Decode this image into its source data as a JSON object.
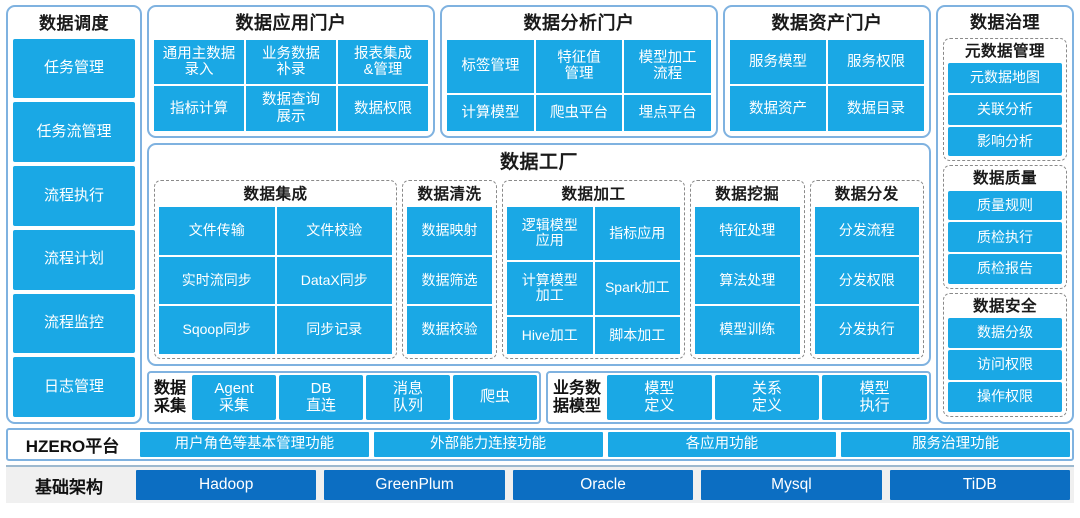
{
  "theme": {
    "accent_blue": "#1aa8e5",
    "deep_blue": "#0c6ec2",
    "panel_border": "#7fb2e0",
    "dashed_border": "#8a8a8a",
    "infra_bg": "#f0f0f0"
  },
  "scheduling": {
    "title": "数据调度",
    "items": [
      {
        "label": "任务管理"
      },
      {
        "label": "任务流管理"
      },
      {
        "label": "流程执行"
      },
      {
        "label": "流程计划"
      },
      {
        "label": "流程监控"
      },
      {
        "label": "日志管理"
      }
    ]
  },
  "portals": [
    {
      "title": "数据应用门户",
      "items": [
        {
          "label": "通用主数据\n录入"
        },
        {
          "label": "业务数据\n补录"
        },
        {
          "label": "报表集成\n&管理"
        },
        {
          "label": "指标计算"
        },
        {
          "label": "数据查询\n展示"
        },
        {
          "label": "数据权限"
        }
      ]
    },
    {
      "title": "数据分析门户",
      "items": [
        {
          "label": "标签管理"
        },
        {
          "label": "特征值\n管理"
        },
        {
          "label": "模型加工\n流程"
        },
        {
          "label": "计算模型"
        },
        {
          "label": "爬虫平台"
        },
        {
          "label": "埋点平台"
        }
      ]
    },
    {
      "title": "数据资产门户",
      "items": [
        {
          "label": "服务模型"
        },
        {
          "label": "服务权限"
        },
        {
          "label": "数据资产"
        },
        {
          "label": "数据目录"
        }
      ]
    }
  ],
  "factory": {
    "title": "数据工厂",
    "columns": [
      {
        "title": "数据集成",
        "cols": 2,
        "items": [
          {
            "label": "文件传输"
          },
          {
            "label": "文件校验"
          },
          {
            "label": "实时流同步"
          },
          {
            "label": "DataX同步"
          },
          {
            "label": "Sqoop同步"
          },
          {
            "label": "同步记录"
          }
        ]
      },
      {
        "title": "数据清洗",
        "cols": 1,
        "items": [
          {
            "label": "数据映射"
          },
          {
            "label": "数据筛选"
          },
          {
            "label": "数据校验"
          }
        ]
      },
      {
        "title": "数据加工",
        "cols": 2,
        "items": [
          {
            "label": "逻辑模型\n应用"
          },
          {
            "label": "指标应用"
          },
          {
            "label": "计算模型\n加工"
          },
          {
            "label": "Spark加工"
          },
          {
            "label": "Hive加工"
          },
          {
            "label": "脚本加工"
          }
        ]
      },
      {
        "title": "数据挖掘",
        "cols": 1,
        "items": [
          {
            "label": "特征处理"
          },
          {
            "label": "算法处理"
          },
          {
            "label": "模型训练"
          }
        ]
      },
      {
        "title": "数据分发",
        "cols": 1,
        "items": [
          {
            "label": "分发流程"
          },
          {
            "label": "分发权限"
          },
          {
            "label": "分发执行"
          }
        ]
      }
    ]
  },
  "collection": {
    "label": "数据\n采集",
    "items": [
      {
        "label": "Agent\n采集"
      },
      {
        "label": "DB\n直连"
      },
      {
        "label": "消息\n队列"
      },
      {
        "label": "爬虫"
      }
    ]
  },
  "business_model": {
    "label": "业务数\n据模型",
    "items": [
      {
        "label": "模型\n定义"
      },
      {
        "label": "关系\n定义"
      },
      {
        "label": "模型\n执行"
      }
    ]
  },
  "governance": {
    "title": "数据治理",
    "groups": [
      {
        "title": "元数据管理",
        "items": [
          {
            "label": "元数据地图"
          },
          {
            "label": "关联分析"
          },
          {
            "label": "影响分析"
          }
        ]
      },
      {
        "title": "数据质量",
        "items": [
          {
            "label": "质量规则"
          },
          {
            "label": "质检执行"
          },
          {
            "label": "质检报告"
          }
        ]
      },
      {
        "title": "数据安全",
        "items": [
          {
            "label": "数据分级"
          },
          {
            "label": "访问权限"
          },
          {
            "label": "操作权限"
          }
        ]
      }
    ]
  },
  "hzero": {
    "label": "HZERO平台",
    "items": [
      {
        "label": "用户角色等基本管理功能"
      },
      {
        "label": "外部能力连接功能"
      },
      {
        "label": "各应用功能"
      },
      {
        "label": "服务治理功能"
      }
    ]
  },
  "infrastructure": {
    "label": "基础架构",
    "items": [
      {
        "label": "Hadoop"
      },
      {
        "label": "GreenPlum"
      },
      {
        "label": "Oracle"
      },
      {
        "label": "Mysql"
      },
      {
        "label": "TiDB"
      }
    ]
  }
}
